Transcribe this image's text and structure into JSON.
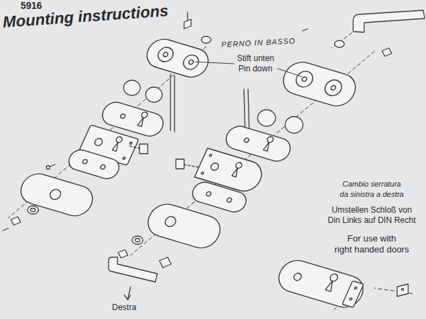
{
  "diagram": {
    "title": "Mounting instructions",
    "labels": [
      "5916",
      "PERNO IN BASSO",
      "Stift unten",
      "Pin down",
      "Cambio serratura",
      "da sinistra a destra",
      "Umstellen Schloß von",
      "Din Links auf DIN Recht",
      "For use with",
      "right handed doors",
      "Destra"
    ]
  }
}
